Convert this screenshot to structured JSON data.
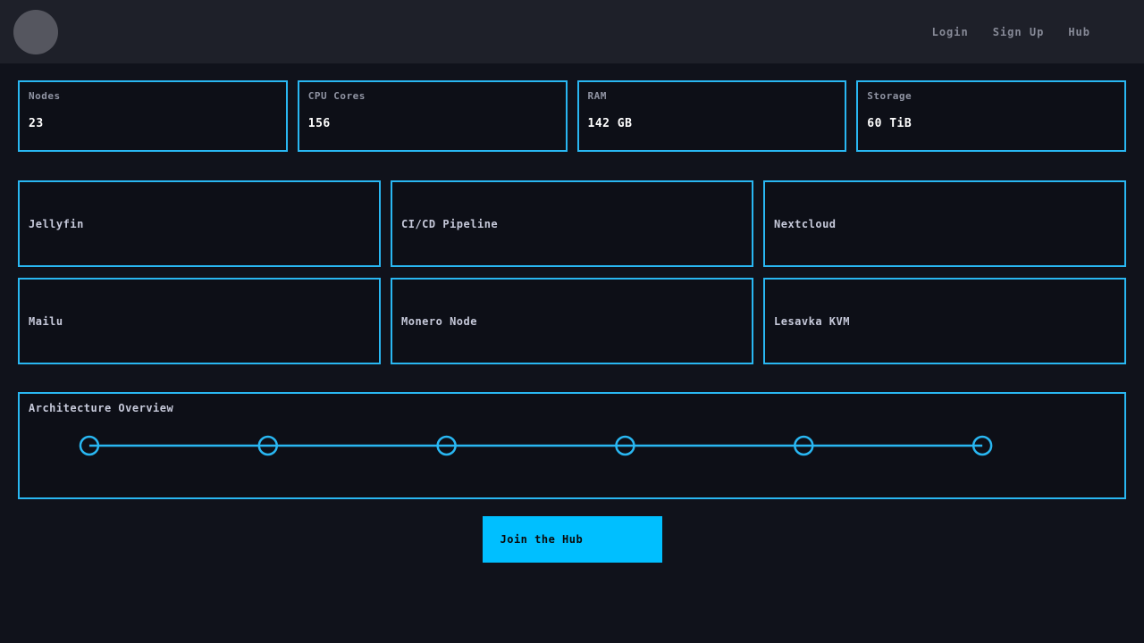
{
  "nav": {
    "links": [
      {
        "label": "Login"
      },
      {
        "label": "Sign Up"
      },
      {
        "label": "Hub"
      }
    ]
  },
  "stats": [
    {
      "label": "Nodes",
      "value": "23"
    },
    {
      "label": "CPU Cores",
      "value": "156"
    },
    {
      "label": "RAM",
      "value": "142 GB"
    },
    {
      "label": "Storage",
      "value": "60 TiB"
    }
  ],
  "services": [
    {
      "name": "Jellyfin"
    },
    {
      "name": "CI/CD Pipeline"
    },
    {
      "name": "Nextcloud"
    },
    {
      "name": "Mailu"
    },
    {
      "name": "Monero Node"
    },
    {
      "name": "Lesavka KVM"
    }
  ],
  "architecture": {
    "title": "Architecture Overview",
    "node_count": 6
  },
  "cta": {
    "label": "Join the Hub"
  },
  "colors": {
    "accent": "#29b7f2",
    "button_bg": "#00bfff",
    "navbar_bg": "#1e2029",
    "page_bg": "#10121b",
    "card_bg": "#0d0f17"
  }
}
